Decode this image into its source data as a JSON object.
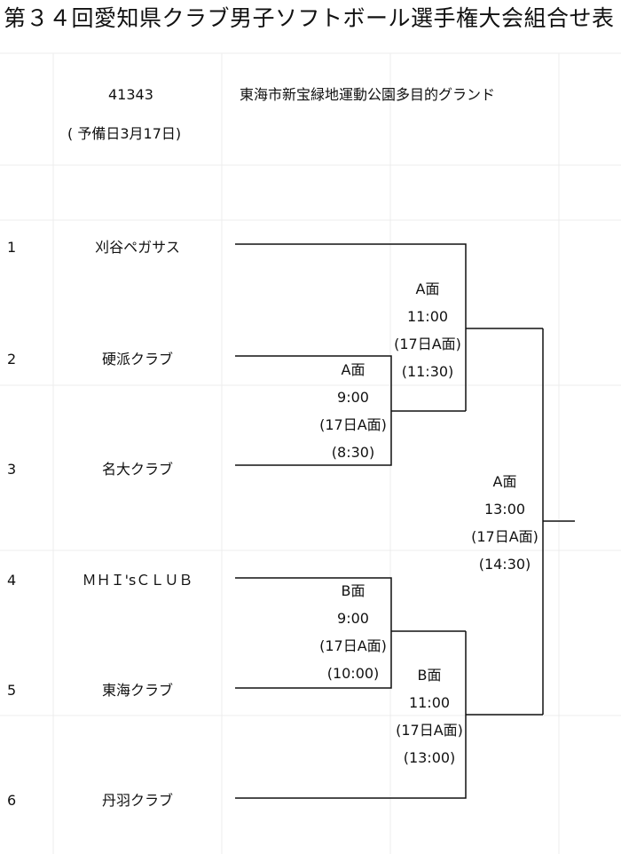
{
  "title": "第３４回愛知県クラブ男子ソフトボール選手権大会組合せ表",
  "date": "41343",
  "venue": "東海市新宝緑地運動公園多目的グランド",
  "reserve_day": "( 予備日3月17日)",
  "teams": [
    {
      "no": "1",
      "name": "刈谷ペガサス"
    },
    {
      "no": "2",
      "name": "硬派クラブ"
    },
    {
      "no": "3",
      "name": "名大クラブ"
    },
    {
      "no": "4",
      "name": "ＭＨＩ'sＣＬＵＢ"
    },
    {
      "no": "5",
      "name": "東海クラブ"
    },
    {
      "no": "6",
      "name": "丹羽クラブ"
    }
  ],
  "games": [
    {
      "court": "A面",
      "time": "9:00",
      "reserve": "(17日A面)",
      "reserve_time": "(8:30)"
    },
    {
      "court": "A面",
      "time": "11:00",
      "reserve": "(17日A面)",
      "reserve_time": "(11:30)"
    },
    {
      "court": "B面",
      "time": "9:00",
      "reserve": "(17日A面)",
      "reserve_time": "(10:00)"
    },
    {
      "court": "B面",
      "time": "11:00",
      "reserve": "(17日A面)",
      "reserve_time": "(13:00)"
    },
    {
      "court": "A面",
      "time": "13:00",
      "reserve": "(17日A面)",
      "reserve_time": "(14:30)"
    }
  ]
}
